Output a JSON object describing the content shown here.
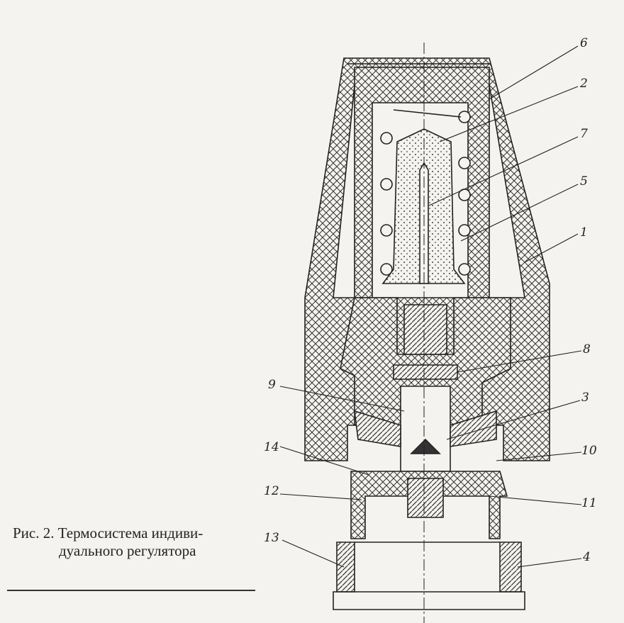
{
  "figure": {
    "caption_line1": "Рис. 2. Термосистема индиви-",
    "caption_line2": "дуального регулятора",
    "labels": {
      "l1": "1",
      "l2": "2",
      "l3": "3",
      "l4": "4",
      "l5": "5",
      "l6": "6",
      "l7": "7",
      "l8": "8",
      "l9": "9",
      "l10": "10",
      "l11": "11",
      "l12": "12",
      "l13": "13",
      "l14": "14"
    }
  }
}
